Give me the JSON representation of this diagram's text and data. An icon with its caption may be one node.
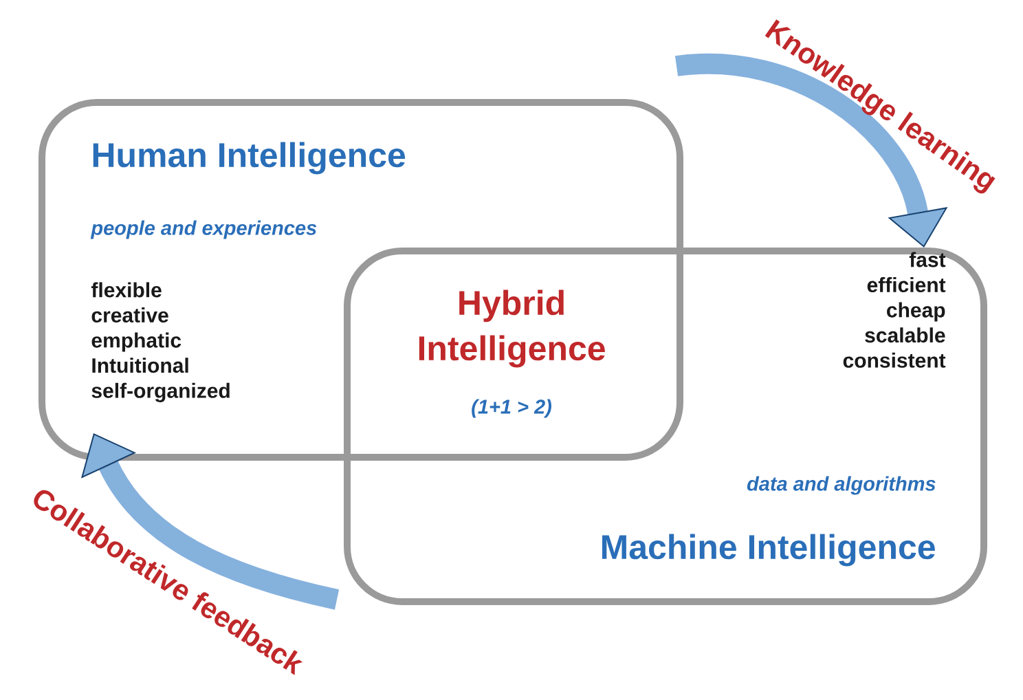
{
  "diagram": {
    "nodes": [
      {
        "text": [
          "Human Intelligence",
          "people and experiences",
          "flexible creative emphatic Intuitional self-organized"
        ]
      },
      {
        "text": [
          "fast efficient cheap scalable consistent",
          "data and algorithms",
          "Machine Intelligence"
        ]
      }
    ],
    "edges": [
      {
        "from": 0,
        "to": 1,
        "arrow": "to",
        "label": "Knowledge learning"
      },
      {
        "from": 1,
        "to": 0,
        "arrow": "to",
        "label": "Collaborative feedback"
      }
    ],
    "labels": [
      "Hybrid Intelligence",
      "(1+1 > 2)"
    ]
  }
}
